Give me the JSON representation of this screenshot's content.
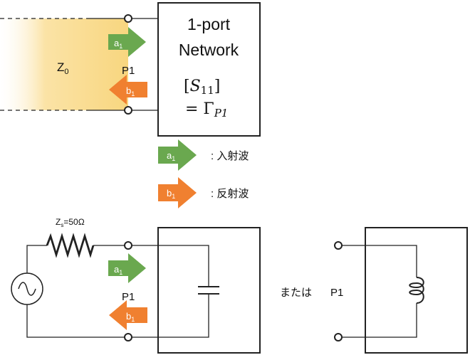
{
  "top_network": {
    "title_line1": "1-port",
    "title_line2": "Network",
    "s_bracket_open": "[",
    "s_symbol": "S",
    "s_subscript": "11",
    "s_bracket_close": "]",
    "gamma_eq": "= Γ",
    "gamma_subscript": "P1"
  },
  "line_label": {
    "z": "Z",
    "z_sub": "0"
  },
  "port_label": "P1",
  "incident_arrow": {
    "letter": "a",
    "sub": "1"
  },
  "reflected_arrow": {
    "letter": "b",
    "sub": "1"
  },
  "legend": {
    "incident_text": ": 入射波",
    "reflected_text": ": 反射波"
  },
  "source": {
    "z_label": "Z",
    "z_sub": "s",
    "z_value": "=50Ω"
  },
  "bottom": {
    "or_text": "または",
    "port_label": "P1"
  },
  "colors": {
    "incident_green": "#6aa84f",
    "reflected_orange": "#f08030",
    "line_fill_light": "#fdf0c8",
    "line_fill_dark": "#f7d27a",
    "stroke": "#222222"
  }
}
